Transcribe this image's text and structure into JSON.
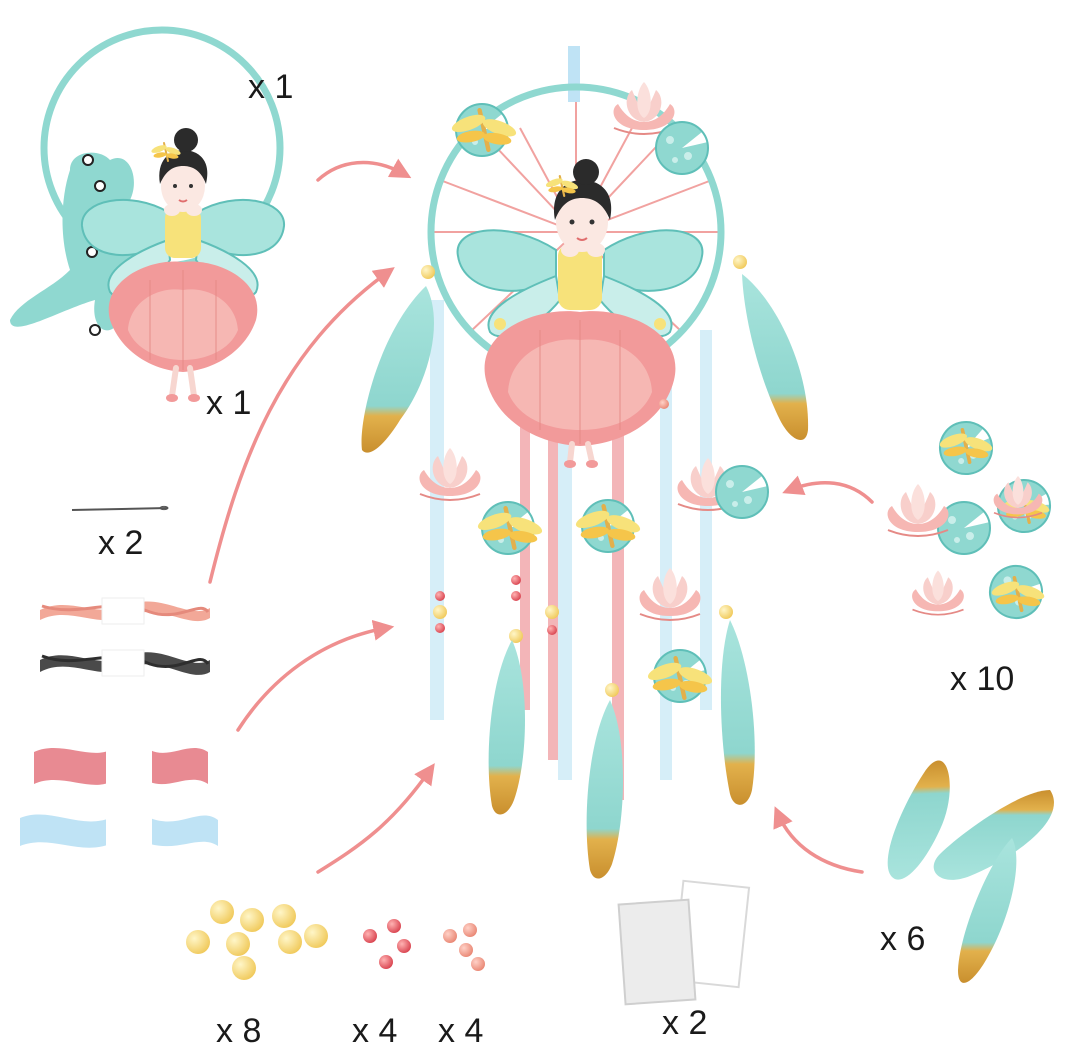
{
  "colors": {
    "teal": "#8fd8d0",
    "teal_dark": "#5fbfb8",
    "pink": "#f29a9a",
    "pink_light": "#f8c6c4",
    "gold": "#e3b04b",
    "yellow": "#f7e27a",
    "hair": "#2b2b2b",
    "arrow": "#ef8f8f",
    "text": "#1a1a1a"
  },
  "quantities": {
    "hoop": "x 1",
    "fairy": "x 1",
    "needle": "x 2",
    "flowers": "x 10",
    "feathers": "x 6",
    "gold_beads": "x 8",
    "red_beads": "x 4",
    "pink_beads": "x 4",
    "glitter_sheets": "x 2"
  }
}
